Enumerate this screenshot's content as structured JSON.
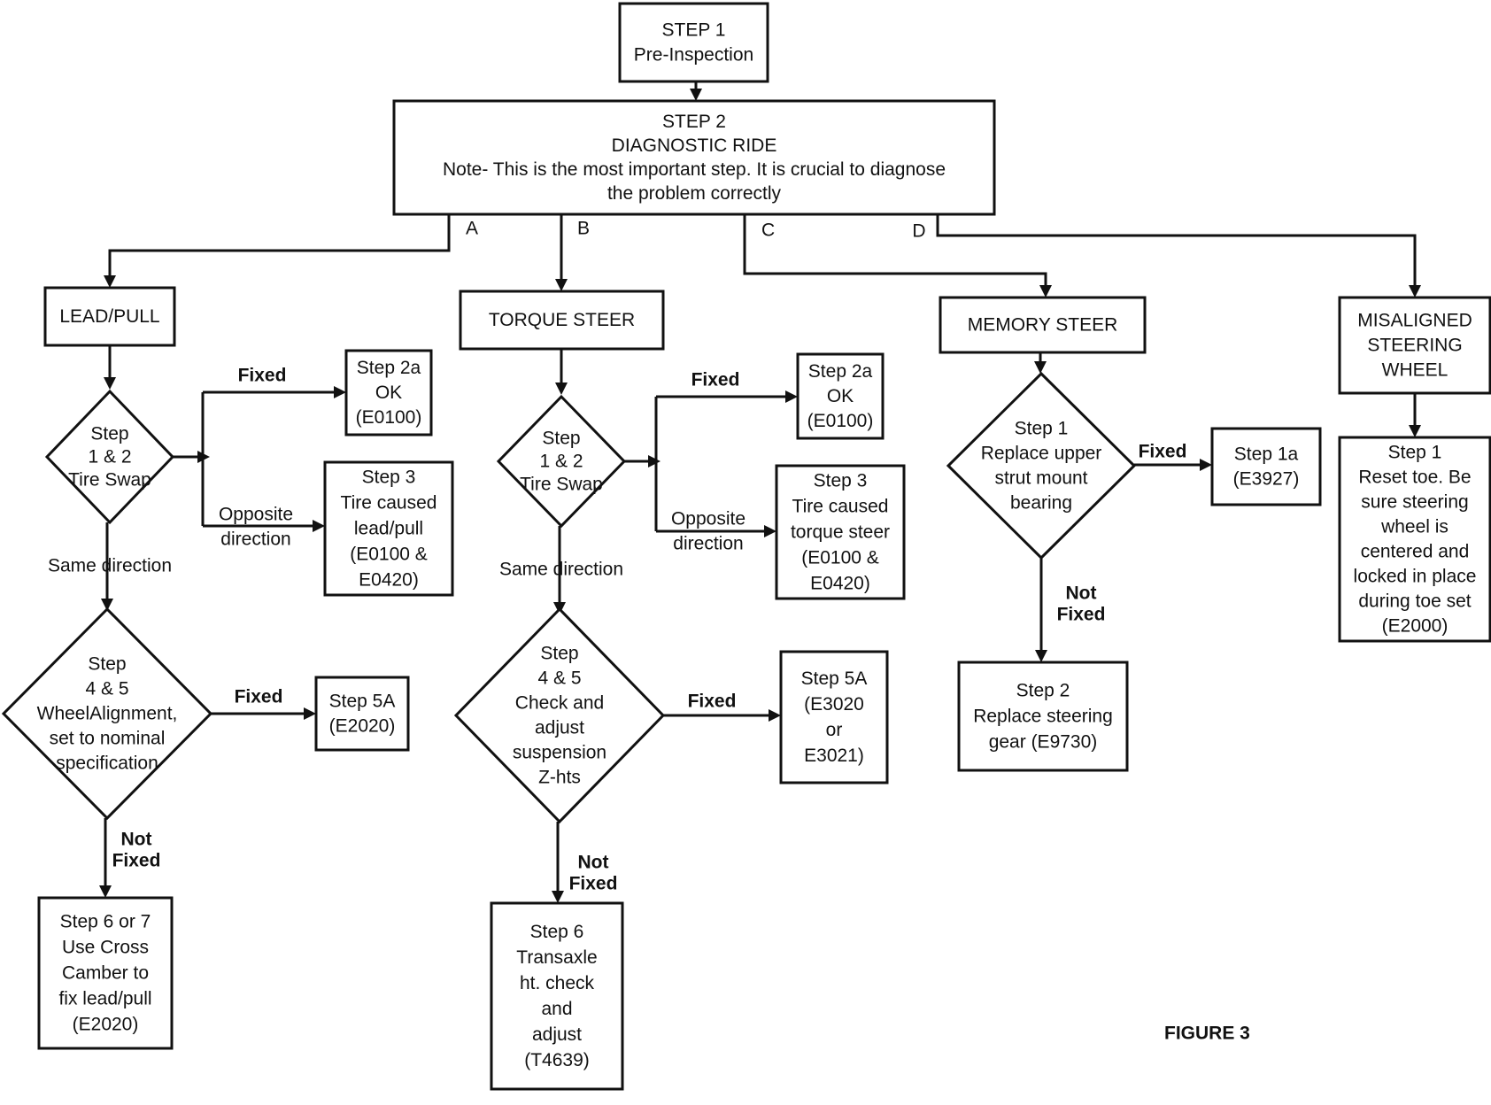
{
  "figure_label": "FIGURE 3",
  "boxes": {
    "step1": [
      "STEP 1",
      "Pre-Inspection"
    ],
    "step2": [
      "STEP 2",
      "DIAGNOSTIC RIDE",
      "Note- This is the most important step. It is crucial to diagnose",
      "the problem correctly"
    ],
    "lead_pull": [
      "LEAD/PULL"
    ],
    "torque_steer": [
      "TORQUE STEER"
    ],
    "memory_steer": [
      "MEMORY STEER"
    ],
    "misaligned": [
      "MISALIGNED",
      "STEERING",
      "WHEEL"
    ],
    "a_step2a": [
      "Step 2a",
      "OK",
      "(E0100)"
    ],
    "a_step3": [
      "Step 3",
      "Tire caused",
      "lead/pull",
      "(E0100 &",
      "E0420)"
    ],
    "a_step5a": [
      "Step 5A",
      "(E2020)"
    ],
    "a_step67": [
      "Step 6 or 7",
      "Use Cross",
      "Camber to",
      "fix lead/pull",
      "(E2020)"
    ],
    "b_step2a": [
      "Step 2a",
      "OK",
      "(E0100)"
    ],
    "b_step3": [
      "Step 3",
      "Tire caused",
      "torque steer",
      "(E0100 &",
      "E0420)"
    ],
    "b_step5a": [
      "Step 5A",
      "(E3020",
      "or",
      "E3021)"
    ],
    "b_step6": [
      "Step 6",
      "Transaxle",
      "ht. check",
      "and",
      "adjust",
      "(T4639)"
    ],
    "c_step1a": [
      "Step 1a",
      "(E3927)"
    ],
    "c_step2": [
      "Step 2",
      "Replace steering",
      "gear (E9730)"
    ],
    "d_step1": [
      "Step 1",
      "Reset toe. Be",
      "sure steering",
      "wheel is",
      "centered and",
      "locked in place",
      "during toe set",
      "(E2000)"
    ]
  },
  "diamonds": {
    "a_swap": [
      "Step",
      "1 & 2",
      "Tire Swap"
    ],
    "a_align": [
      "Step",
      "4 & 5",
      "WheelAlignment,",
      "set to nominal",
      "specification"
    ],
    "b_swap": [
      "Step",
      "1 & 2",
      "Tire Swap"
    ],
    "b_susp": [
      "Step",
      "4 & 5",
      "Check and",
      "adjust",
      "suspension",
      "Z-hts"
    ],
    "c_strut": [
      "Step 1",
      "Replace upper",
      "strut mount",
      "bearing"
    ]
  },
  "labels": {
    "branch_a": "A",
    "branch_b": "B",
    "branch_c": "C",
    "branch_d": "D",
    "a_fixed1": "Fixed",
    "a_opposite": [
      "Opposite",
      "direction"
    ],
    "a_same": "Same direction",
    "a_fixed2": "Fixed",
    "a_notfixed": [
      "Not",
      "Fixed"
    ],
    "b_fixed1": "Fixed",
    "b_opposite": [
      "Opposite",
      "direction"
    ],
    "b_same": "Same direction",
    "b_fixed2": "Fixed",
    "b_notfixed": [
      "Not",
      "Fixed"
    ],
    "c_fixed": "Fixed",
    "c_notfixed": [
      "Not",
      "Fixed"
    ]
  }
}
